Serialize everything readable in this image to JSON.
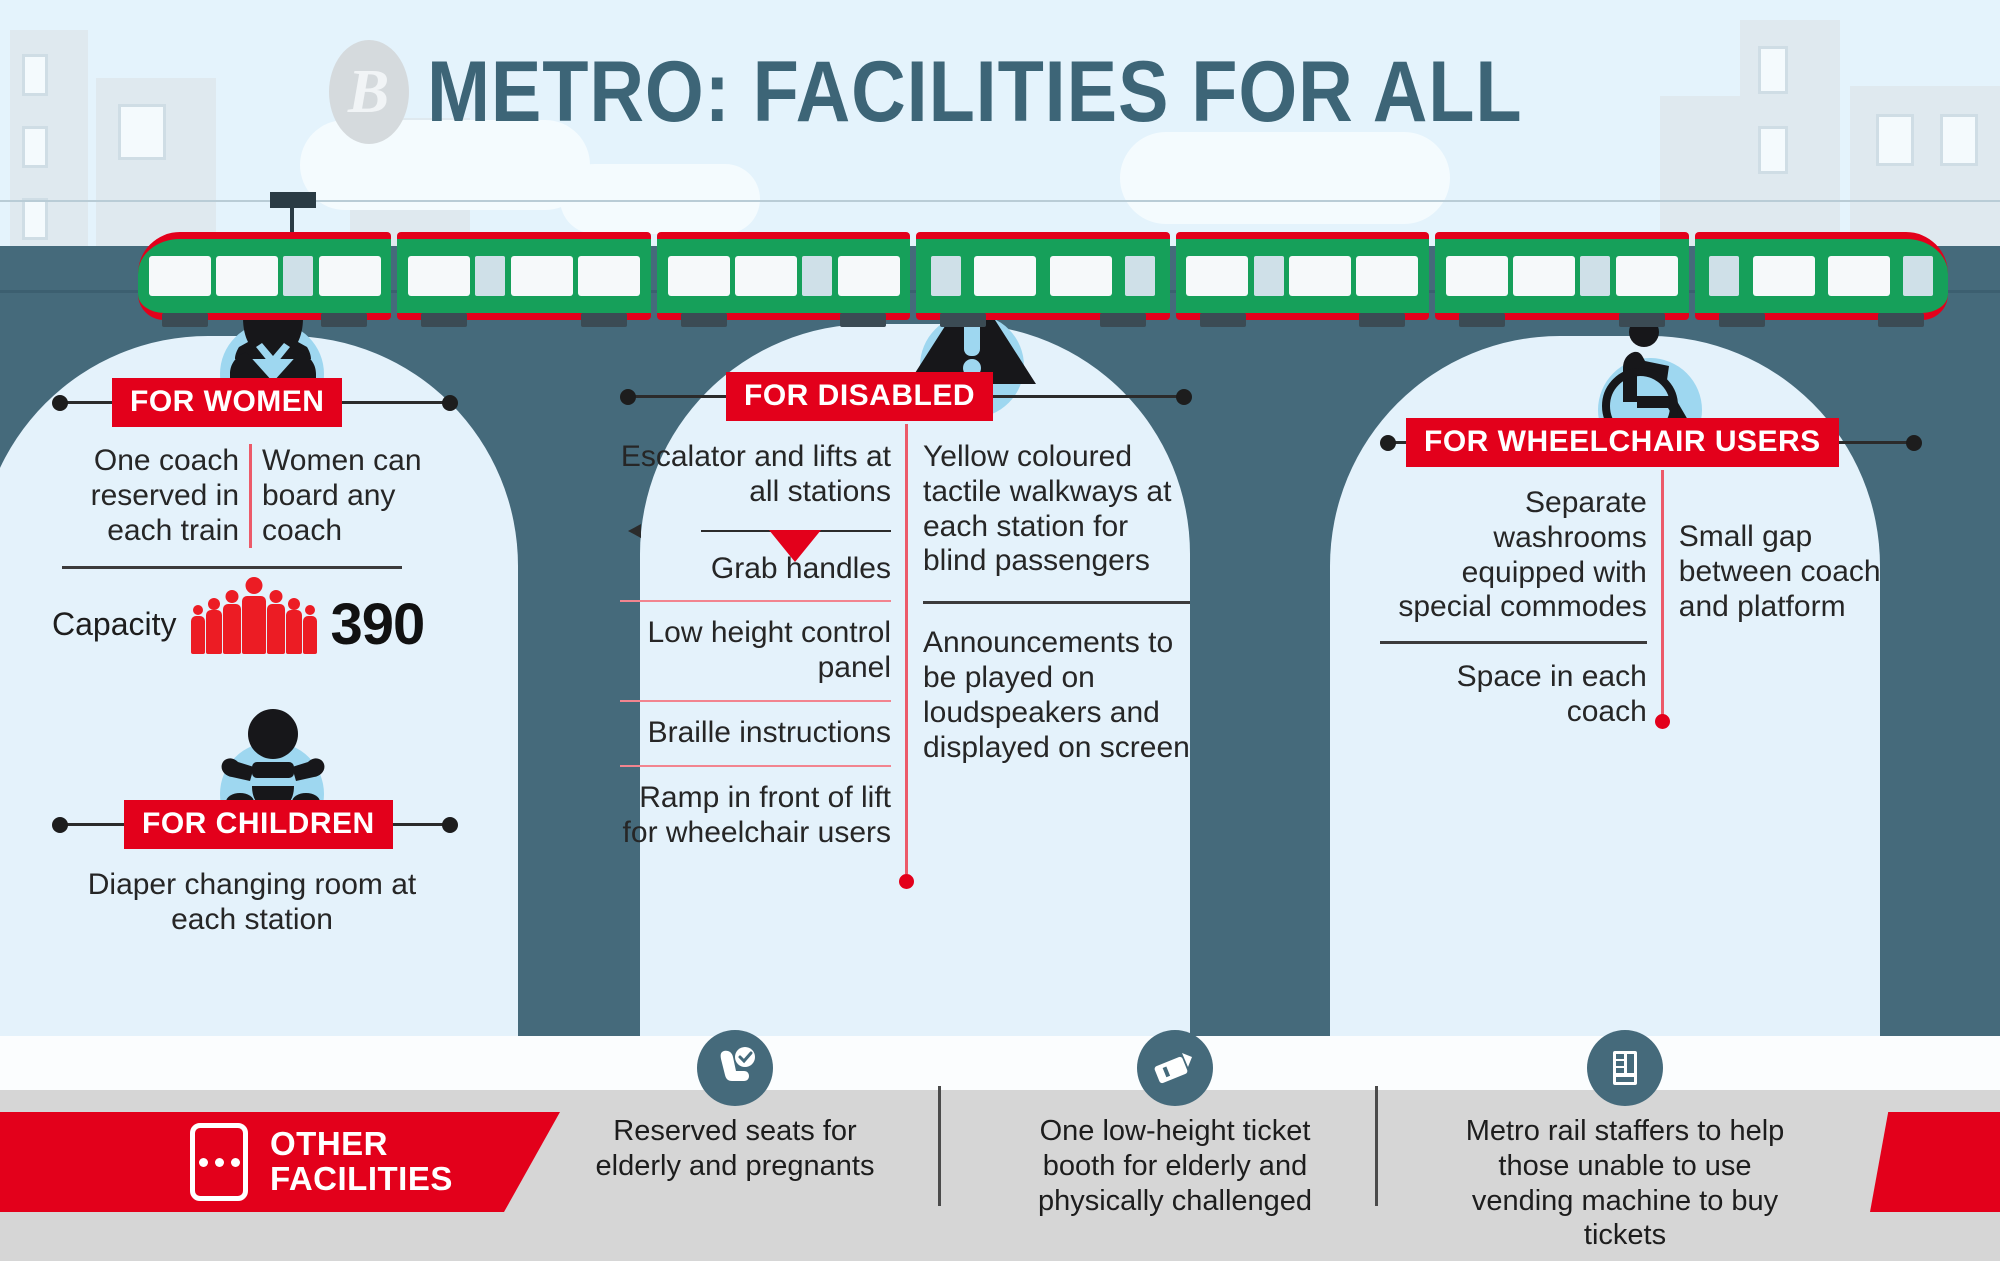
{
  "header": {
    "logo": "B",
    "title": "METRO: FACILITIES FOR ALL"
  },
  "sections": {
    "women": {
      "badge": "FOR WOMEN",
      "icon": "woman-icon",
      "left_text": "One coach reserved in each train",
      "right_text": "Women can board any coach",
      "capacity_label": "Capacity",
      "capacity_value": "390",
      "capacity_icon": "crowd-icon"
    },
    "children": {
      "badge": "FOR CHILDREN",
      "icon": "baby-icon",
      "text": "Diaper changing room at each station"
    },
    "disabled": {
      "badge": "FOR DISABLED",
      "icon": "warning-triangle-icon",
      "left_items": [
        "Escalator and lifts at all stations",
        "Grab handles",
        "Low height control panel",
        "Braille instructions",
        "Ramp in front of lift for wheelchair users"
      ],
      "right_items": [
        "Yellow coloured tactile walkways at each station for blind passengers",
        "Announcements to be played on loudspeakers and displayed on screen"
      ]
    },
    "wheelchair": {
      "badge": "FOR WHEELCHAIR USERS",
      "icon": "wheelchair-icon",
      "left_items": [
        "Separate washrooms equipped with special commodes",
        "Space in each coach"
      ],
      "right_items": [
        "Small gap between coach and platform"
      ]
    }
  },
  "other_facilities": {
    "tag_line1": "OTHER",
    "tag_line2": "FACILITIES",
    "tag_icon": "vending-dots-icon",
    "items": [
      {
        "icon": "reserved-seat-icon",
        "text": "Reserved seats for elderly and pregnants"
      },
      {
        "icon": "ticket-icon",
        "text": "One low-height ticket booth for elderly and physically challenged"
      },
      {
        "icon": "vending-machine-icon",
        "text": "Metro rail staffers to help those unable to use vending machine to buy tickets"
      }
    ]
  },
  "colors": {
    "red": "#e3001b",
    "teal": "#456a7b",
    "sky": "#e4f3fc",
    "panel": "#e4f2fb",
    "green": "#16a05a",
    "icon_circle": "#9ed7f0"
  }
}
